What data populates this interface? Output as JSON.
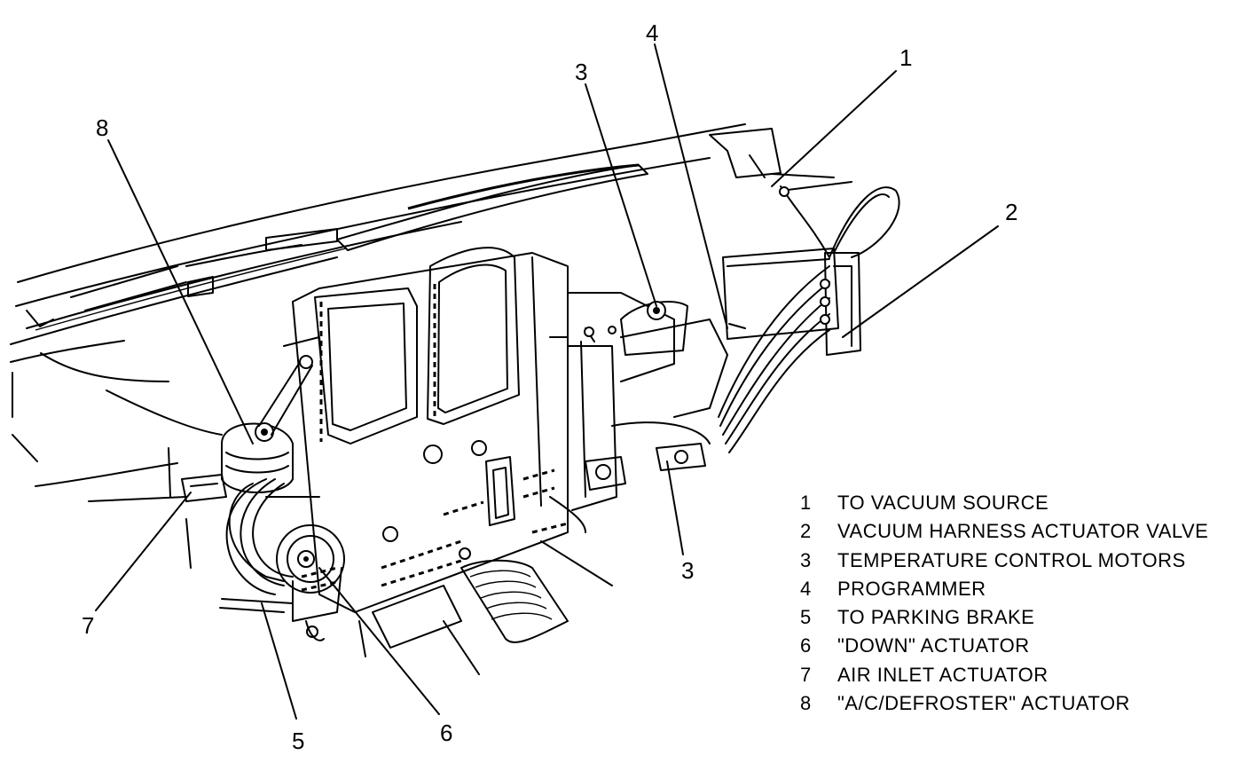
{
  "callouts": [
    "1",
    "2",
    "3",
    "4",
    "5",
    "6",
    "7",
    "8"
  ],
  "callout_lower_3": "3",
  "legend": [
    {
      "num": "1",
      "text": "TO VACUUM SOURCE"
    },
    {
      "num": "2",
      "text": "VACUUM HARNESS ACTUATOR VALVE"
    },
    {
      "num": "3",
      "text": "TEMPERATURE CONTROL MOTORS"
    },
    {
      "num": "4",
      "text": "PROGRAMMER"
    },
    {
      "num": "5",
      "text": "TO PARKING BRAKE"
    },
    {
      "num": "6",
      "text": "\"DOWN\" ACTUATOR"
    },
    {
      "num": "7",
      "text": "AIR INLET ACTUATOR"
    },
    {
      "num": "8",
      "text": "\"A/C/DEFROSTER\" ACTUATOR"
    }
  ]
}
